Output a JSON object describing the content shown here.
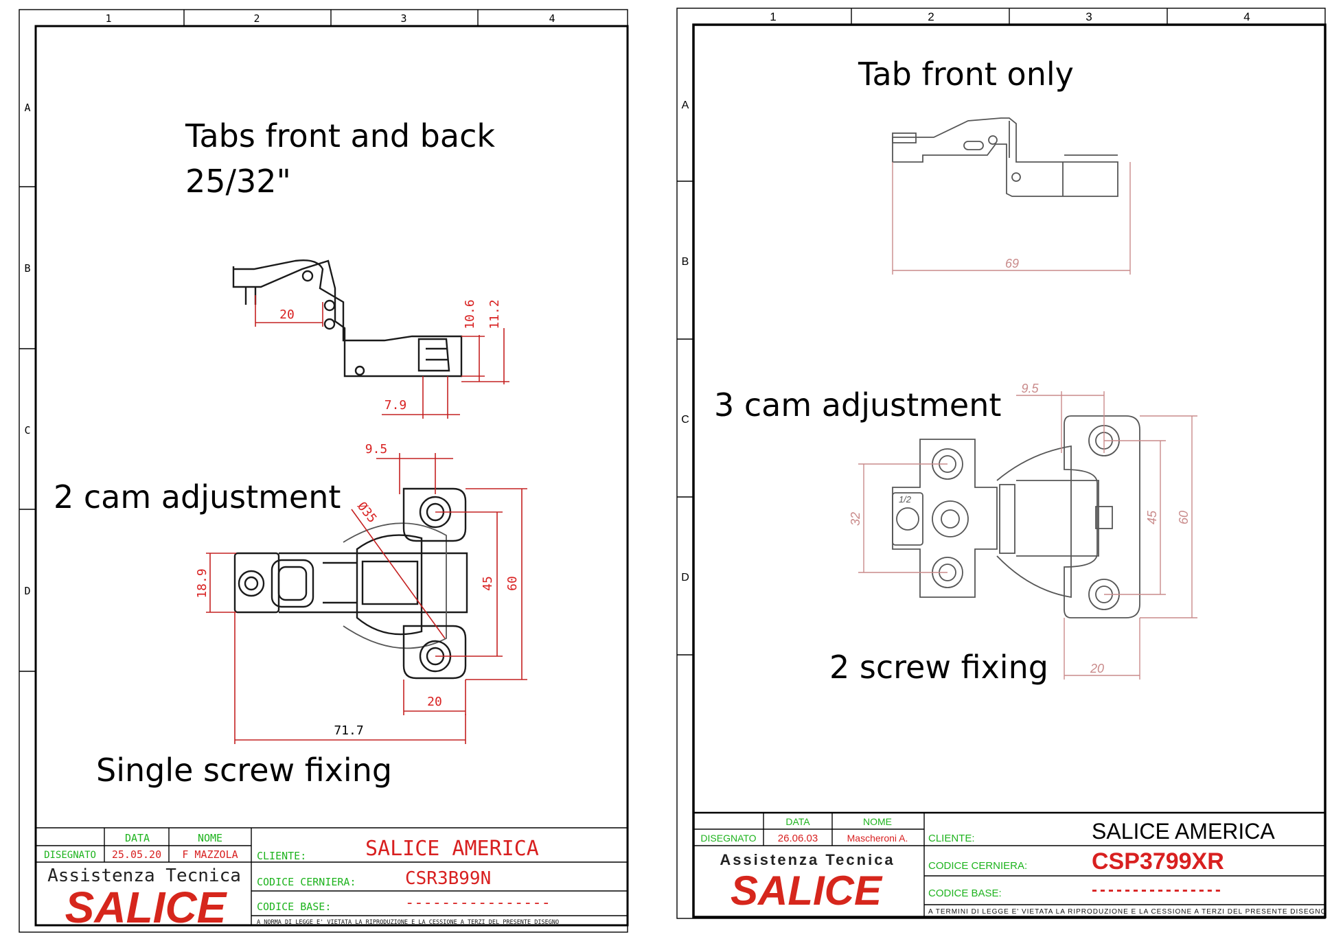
{
  "left_sheet": {
    "col_labels": [
      "1",
      "2",
      "3",
      "4"
    ],
    "row_labels": [
      "A",
      "B",
      "C",
      "D"
    ],
    "notes": {
      "tabs_line1": "Tabs front and back",
      "tabs_line2": "25/32\"",
      "cam": "2 cam adjustment",
      "screw": "Single screw fixing"
    },
    "dims": [
      "20",
      "10.6",
      "11.2",
      "7.9",
      "9.5",
      "18.9",
      "45",
      "60",
      "20",
      "71.7",
      "Ø35"
    ],
    "title_block": {
      "data_label": "DATA",
      "nome_label": "NOME",
      "disegnato_label": "DISEGNATO",
      "date": "25.05.20",
      "name": "F MAZZOLA",
      "assistenza": "Assistenza Tecnica",
      "logo": "SALICE",
      "cliente_label": "CLIENTE:",
      "cliente": "SALICE AMERICA",
      "cerniera_label": "CODICE CERNIERA:",
      "cerniera": "CSR3B99N",
      "base_label": "CODICE BASE:",
      "base": "----------------",
      "footer": "A NORMA DI LEGGE E' VIETATA LA RIPRODUZIONE E LA CESSIONE A TERZI DEL PRESENTE DISEGNO"
    }
  },
  "right_sheet": {
    "col_labels": [
      "1",
      "2",
      "3",
      "4"
    ],
    "row_labels": [
      "A",
      "B",
      "C",
      "D"
    ],
    "notes": {
      "tab": "Tab front only",
      "cam": "3 cam adjustment",
      "screw": "2 screw fixing"
    },
    "dims": [
      "69",
      "9.5",
      "32",
      "1/2",
      "45",
      "60",
      "20"
    ],
    "title_block": {
      "data_label": "DATA",
      "nome_label": "NOME",
      "disegnato_label": "DISEGNATO",
      "date": "26.06.03",
      "name": "Mascheroni A.",
      "assistenza": "Assistenza Tecnica",
      "logo": "SALICE",
      "cliente_label": "CLIENTE:",
      "cliente": "SALICE AMERICA",
      "cerniera_label": "CODICE CERNIERA:",
      "cerniera": "CSP3799XR",
      "base_label": "CODICE BASE:",
      "base": "----------------",
      "footer": "A TERMINI DI LEGGE E' VIETATA LA RIPRODUZIONE E LA CESSIONE A TERZI DEL PRESENTE DISEGNO"
    }
  },
  "colors": {
    "logo_red": "#d6261c",
    "label_green": "#1db31d",
    "value_red": "#d82020",
    "dim_pink": "#c98a8a"
  }
}
